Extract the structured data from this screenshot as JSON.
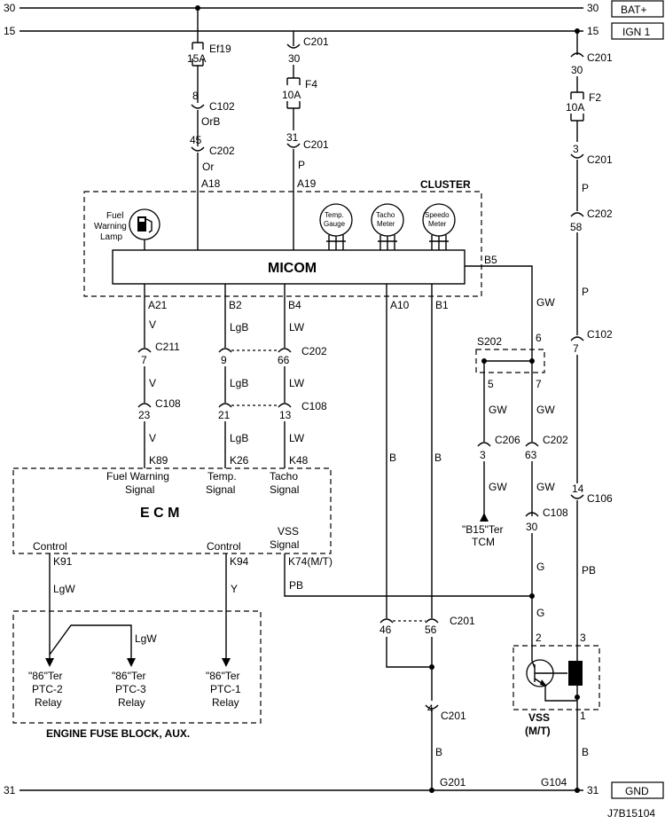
{
  "rails": {
    "bat_left": "30",
    "bat_right": "30",
    "bat_label": "BAT+",
    "ign_left": "15",
    "ign_right": "15",
    "ign_label": "IGN 1",
    "gnd_left": "31",
    "gnd_right": "31",
    "gnd_label": "GND"
  },
  "fuses": {
    "ef19": {
      "name": "Ef19",
      "rating": "15A"
    },
    "f4": {
      "name": "F4",
      "rating": "10A"
    },
    "f2": {
      "name": "F2",
      "rating": "10A"
    }
  },
  "connectors": {
    "c201_top_pin": "30",
    "c201_top": "C201",
    "c102_pin": "8",
    "c102": "C102",
    "c202_pin": "45",
    "c202": "C202",
    "c201_b_pin": "31",
    "c201_b": "C201",
    "c201_r_pin": "30",
    "c201_r": "C201",
    "c201_r2_pin": "3",
    "c201_r2": "C201",
    "c202_r_pin": "58",
    "c202_r": "C202",
    "c102_r_pin": "7",
    "c102_r": "C102",
    "c211_pin": "7",
    "c211": "C211",
    "c202_mid_pin1": "9",
    "c202_mid_pin2": "66",
    "c202_mid": "C202",
    "c108_pin": "23",
    "c108": "C108",
    "c108_mid_pin1": "21",
    "c108_mid_pin2": "13",
    "c108_mid": "C108",
    "s202": "S202",
    "s202_pin6": "6",
    "s202_pin5": "5",
    "s202_pin7": "7",
    "c206_pin": "3",
    "c206": "C206",
    "c202_r3_pin": "63",
    "c202_r3": "C202",
    "c108_r_pin": "30",
    "c108_r": "C108",
    "c106_pin": "14",
    "c106": "C106",
    "c201_low_pin1": "46",
    "c201_low_pin2": "56",
    "c201_low": "C201",
    "c201_bot_pin": "4",
    "c201_bot": "C201",
    "g201": "G201",
    "g104": "G104"
  },
  "wires": {
    "orb": "OrB",
    "or": "Or",
    "a18": "A18",
    "p1": "P",
    "a19": "A19",
    "p_r1": "P",
    "p_r2": "P",
    "a21": "A21",
    "v1": "V",
    "v2": "V",
    "v3": "V",
    "b2": "B2",
    "lgb1": "LgB",
    "lgb2": "LgB",
    "lgb3": "LgB",
    "b4": "B4",
    "lw1": "LW",
    "lw2": "LW",
    "lw3": "LW",
    "a10": "A10",
    "b1": "B1",
    "b_a10": "B",
    "b_b1": "B",
    "b5": "B5",
    "gw1": "GW",
    "gw2": "GW",
    "gw3": "GW",
    "gw4": "GW",
    "gw5": "GW",
    "k89": "K89",
    "k26": "K26",
    "k48": "K48",
    "k91": "K91",
    "k94": "K94",
    "k74": "K74(M/T)",
    "lgw1": "LgW",
    "lgw2": "LgW",
    "y": "Y",
    "pb1": "PB",
    "pb2": "PB",
    "g1": "G",
    "g2": "G",
    "b_low": "B",
    "b_r": "B",
    "vss_pin2": "2",
    "vss_pin3": "3",
    "vss_pin1": "1"
  },
  "cluster": {
    "title": "CLUSTER",
    "micom": "MICOM",
    "fuel_lamp": [
      "Fuel",
      "Warning",
      "Lamp"
    ],
    "temp_gauge": [
      "Temp.",
      "Gauge"
    ],
    "tacho_meter": [
      "Tacho",
      "Meter"
    ],
    "speedo_meter": [
      "Speedo",
      "Meter"
    ]
  },
  "ecm": {
    "title": "E C M",
    "fuel_signal": [
      "Fuel Warning",
      "Signal"
    ],
    "temp_signal": [
      "Temp.",
      "Signal"
    ],
    "tacho_signal": [
      "Tacho",
      "Signal"
    ],
    "vss_signal": [
      "VSS",
      "Signal"
    ],
    "control1": "Control",
    "control2": "Control"
  },
  "relays": {
    "ptc2": [
      "\"86\"Ter",
      "PTC-2",
      "Relay"
    ],
    "ptc3": [
      "\"86\"Ter",
      "PTC-3",
      "Relay"
    ],
    "ptc1": [
      "\"86\"Ter",
      "PTC-1",
      "Relay"
    ]
  },
  "fuse_block": "ENGINE FUSE BLOCK, AUX.",
  "tcm": [
    "\"B15\"Ter",
    "TCM"
  ],
  "vss": [
    "VSS",
    "(M/T)"
  ],
  "diagram_code": "J7B15104"
}
